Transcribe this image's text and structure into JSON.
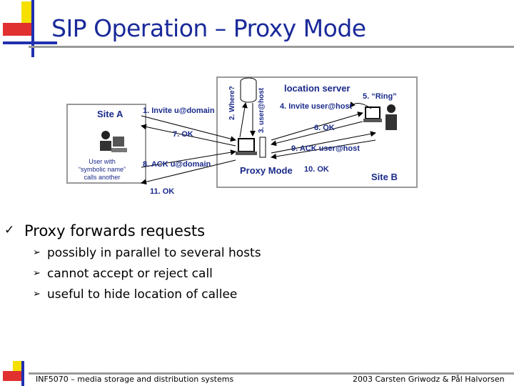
{
  "slide": {
    "title": "SIP Operation – Proxy Mode"
  },
  "diagram": {
    "site_a_label": "Site A",
    "user_caption": [
      "User with",
      "“symbolic name”",
      "calls another"
    ],
    "location_server_label": "location server",
    "site_b_label": "Site B",
    "proxy_label": "Proxy Mode",
    "messages": {
      "m1": "1. Invite u@domain",
      "m2": "2. Where?",
      "m3": "3. user@host",
      "m4": "4. Invite user@host",
      "m5": "5. “Ring”",
      "m6": "6. OK",
      "m7": "7. OK",
      "m8": "8. ACK u@domain",
      "m9": "9. ACK user@host",
      "m10": "10. OK",
      "m11": "11. OK"
    }
  },
  "bullets": {
    "main": "Proxy forwards requests",
    "sub": [
      "possibly in parallel to several hosts",
      "cannot accept or reject call",
      "useful to hide location of callee"
    ]
  },
  "footer": {
    "left": "INF5070 – media storage and distribution systems",
    "right": "2003  Carsten Griwodz & Pål Halvorsen"
  },
  "colors": {
    "title": "#1a2a9a",
    "deco_red": "#e03030",
    "deco_blue": "#2030b0",
    "deco_yellow": "#f5e000"
  }
}
